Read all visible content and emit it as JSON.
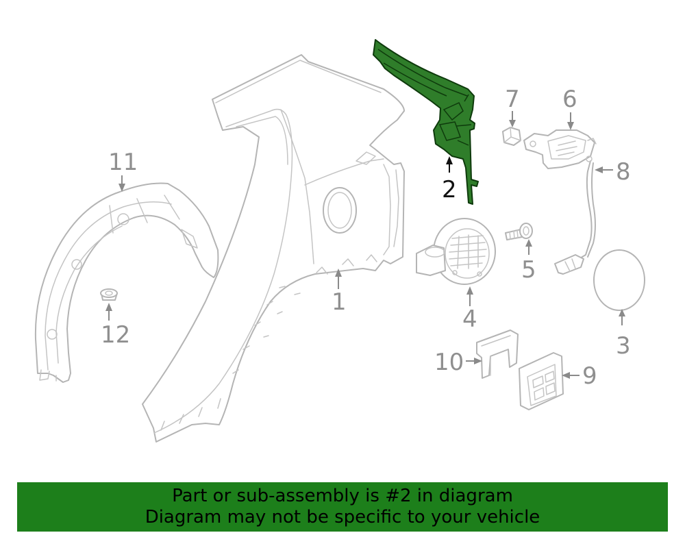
{
  "callouts": {
    "c1": "1",
    "c2": "2",
    "c3": "3",
    "c4": "4",
    "c5": "5",
    "c6": "6",
    "c7": "7",
    "c8": "8",
    "c9": "9",
    "c10": "10",
    "c11": "11",
    "c12": "12"
  },
  "highlighted_part": "2",
  "colors": {
    "highlight_fill": "#2f7d2a",
    "banner_bg": "#1d7f1b",
    "part_stroke": "#b4b4b4"
  },
  "banner": {
    "line1": "Part or sub-assembly is #2 in diagram",
    "line2": "Diagram may not be specific to your vehicle"
  }
}
